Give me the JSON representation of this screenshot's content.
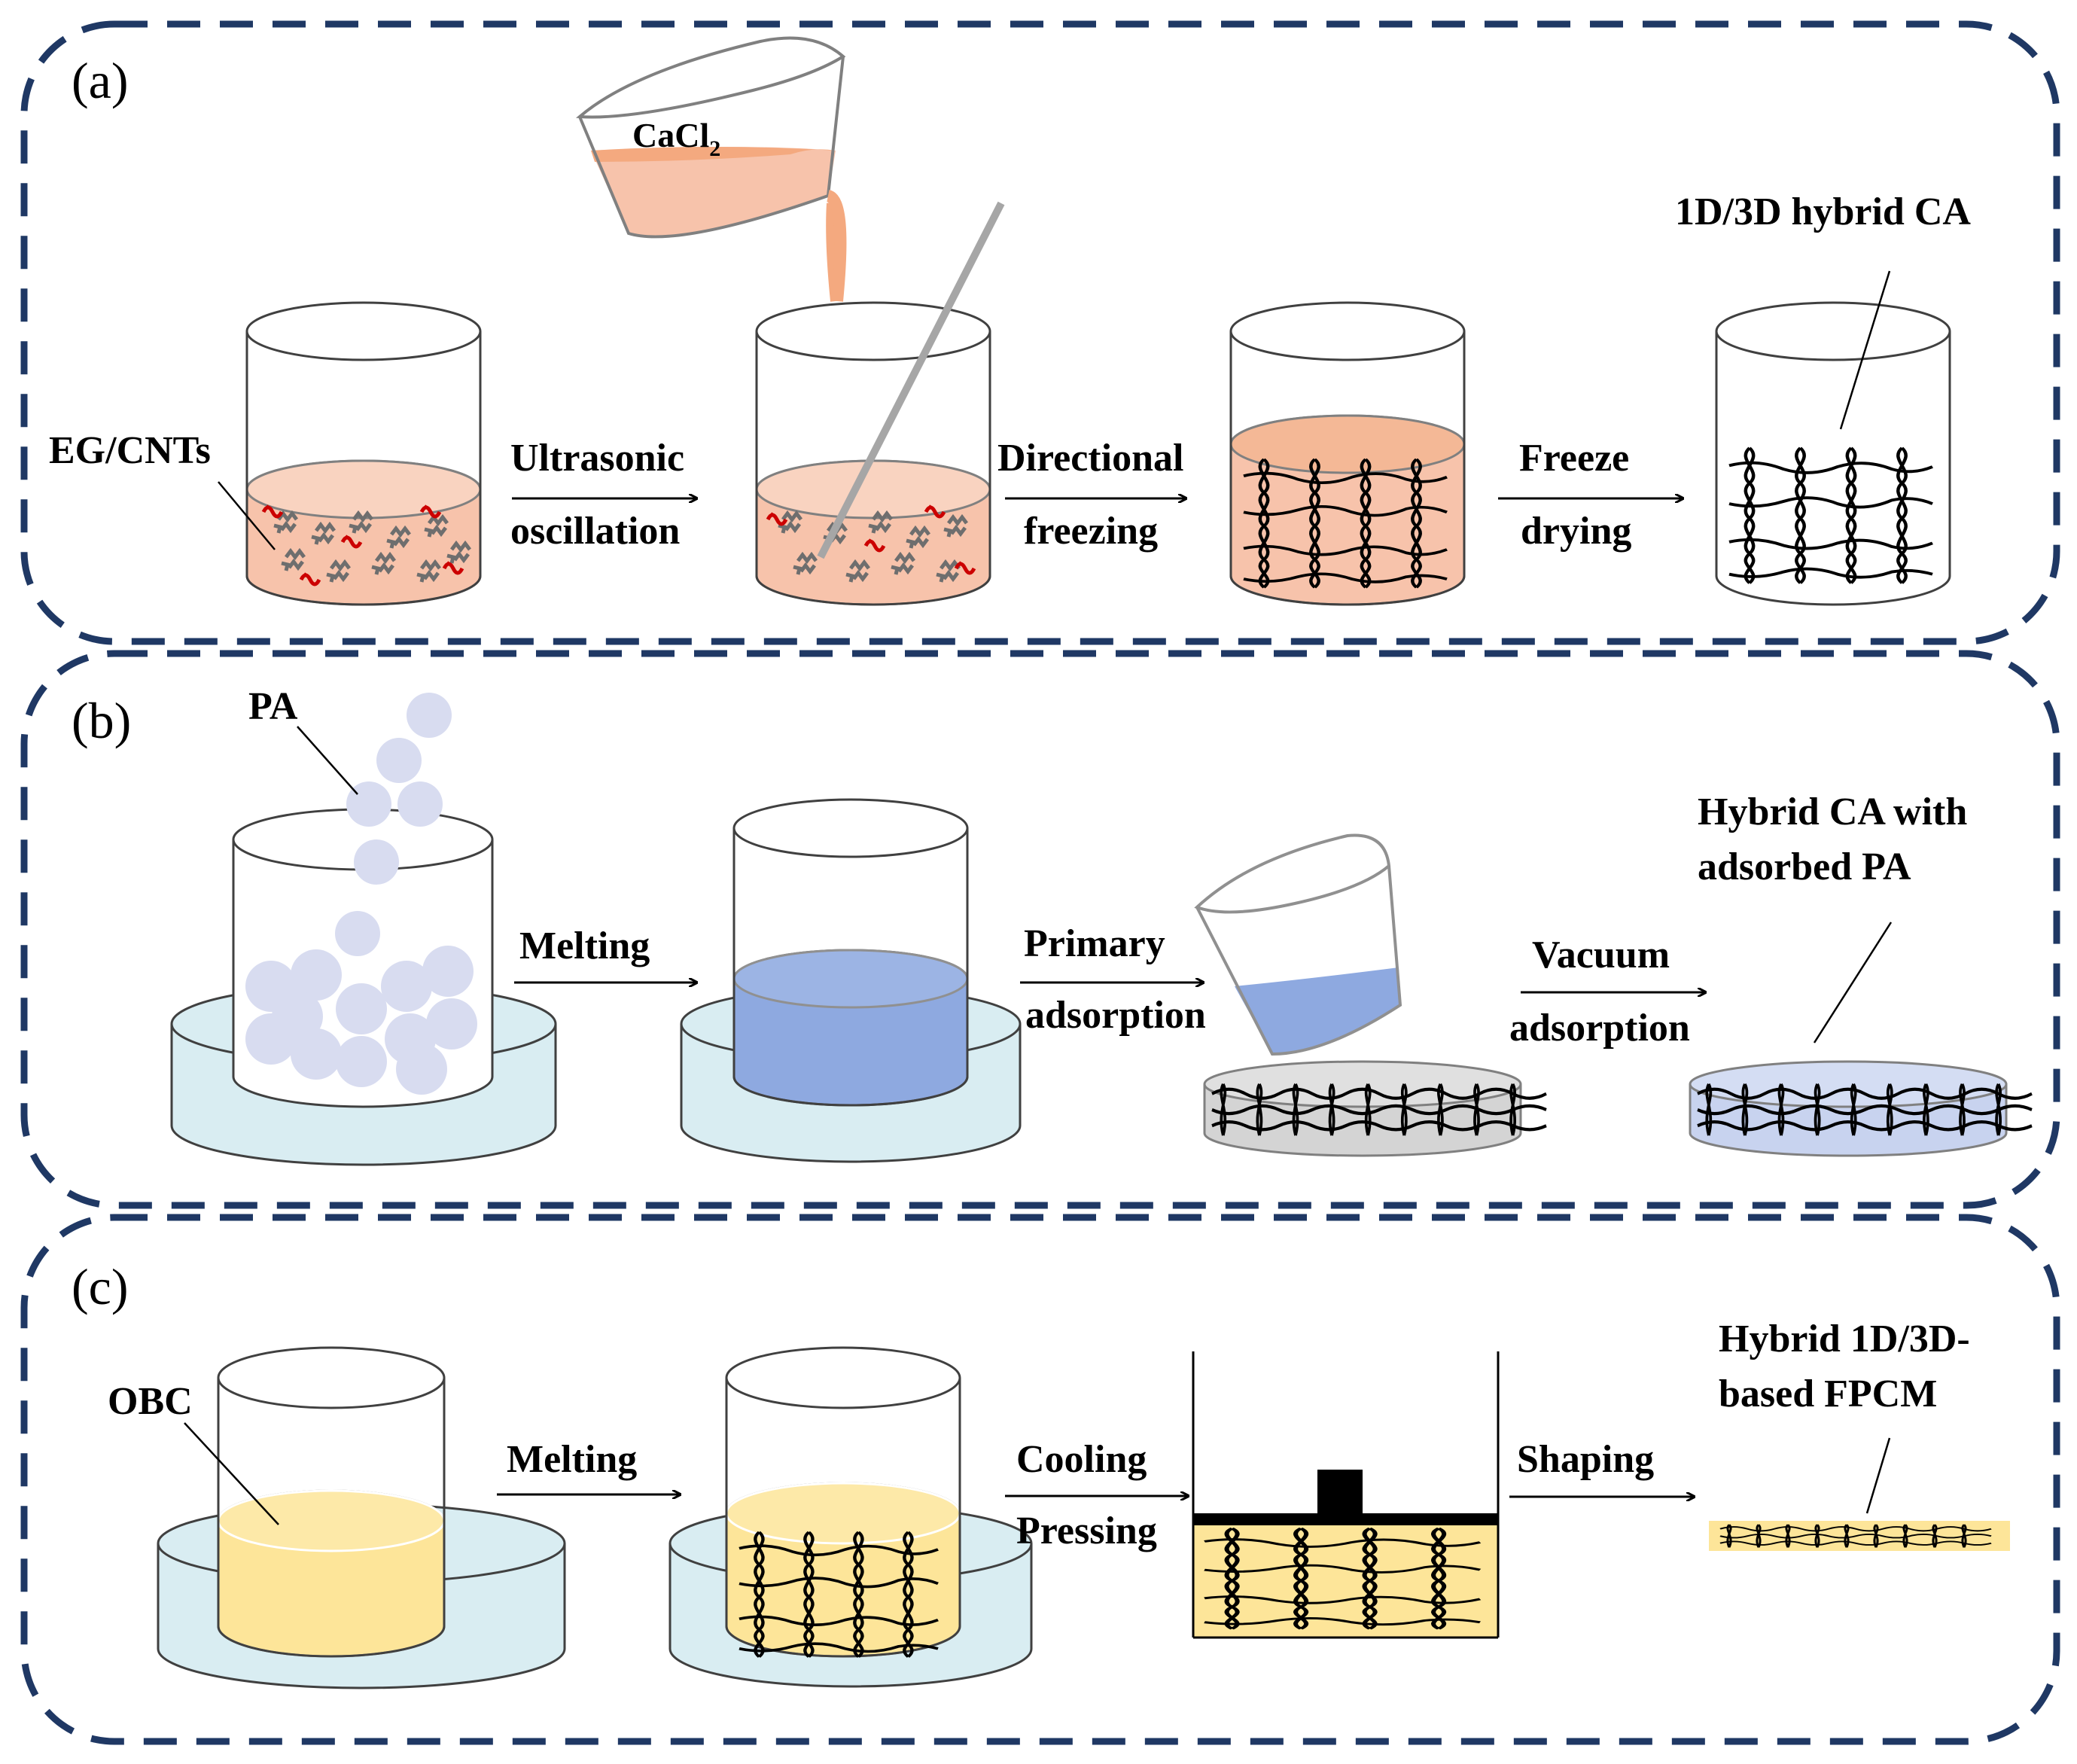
{
  "colors": {
    "frame": "#1f3864",
    "salmon": "#f7c3ab",
    "salmon_dark": "#f4a97f",
    "paleblue": "#d9edf2",
    "sphere": "#d8dcf0",
    "blue_liquid": "#8ea9e0",
    "yellow": "#fde599",
    "gray": "#d4d4d4",
    "cnt_gray": "#6e6e6e",
    "cnt_red": "#cc0000"
  },
  "panel_a": {
    "tag": "(a)",
    "cacl2_prefix": "CaCl",
    "cacl2_sub": "2",
    "eg_cnts": "EG/CNTs",
    "step1": [
      "Ultrasonic",
      "oscillation"
    ],
    "step2": [
      "Directional",
      "freezing"
    ],
    "step3": [
      "Freeze",
      "drying"
    ],
    "product": "1D/3D hybrid CA"
  },
  "panel_b": {
    "tag": "(b)",
    "pa": "PA",
    "step1": "Melting",
    "step2": [
      "Primary",
      "adsorption"
    ],
    "step3": [
      "Vacuum",
      "adsorption"
    ],
    "product": [
      "Hybrid CA  with",
      "adsorbed PA"
    ]
  },
  "panel_c": {
    "tag": "(c)",
    "obc": "OBC",
    "step1": "Melting",
    "step2": [
      "Cooling",
      "Pressing"
    ],
    "step3": "Shaping",
    "product": [
      "Hybrid 1D/3D-",
      "based FPCM"
    ]
  }
}
